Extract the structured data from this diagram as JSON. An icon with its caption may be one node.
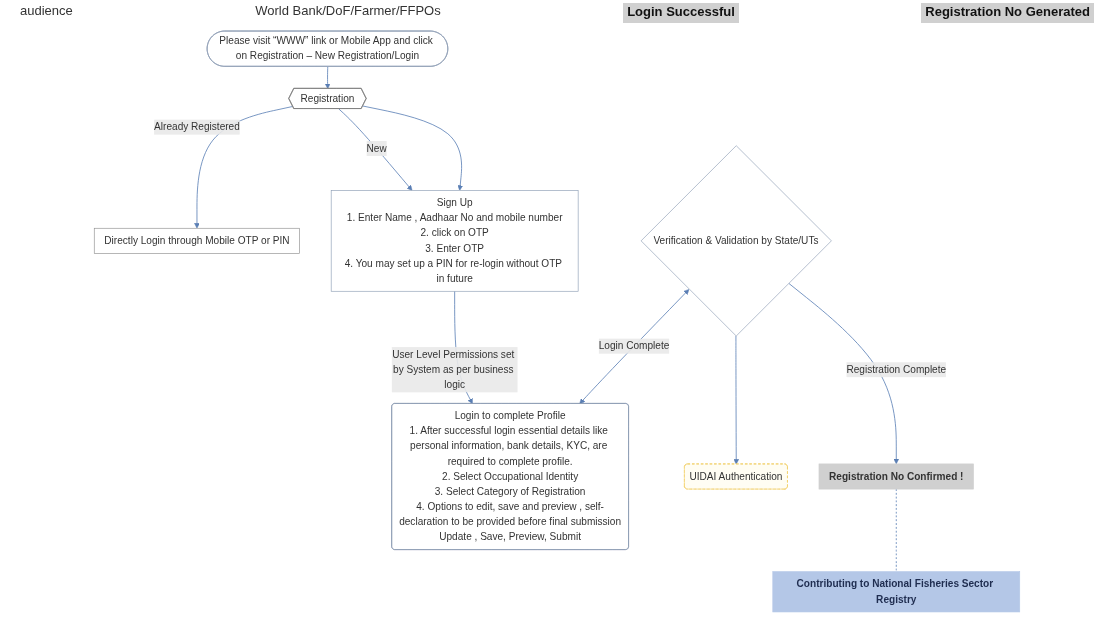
{
  "diagram": {
    "nodes": [
      {
        "text": [
          "Please visit “WWW” link or Mobile App and click on Registration – New Registration/Login"
        ]
      },
      {
        "text": [
          "Registration"
        ]
      },
      {
        "text": [
          "Directly Login through Mobile OTP or PIN"
        ]
      },
      {
        "text": [
          "Sign Up",
          "1. Enter Name , Aadhaar No and mobile number",
          "2. click on OTP",
          "3. Enter OTP",
          "4. You may set up a PIN for re-login without OTP in future"
        ]
      },
      {
        "text": [
          "Login to complete Profile",
          "1. After successful login essential details like personal information, bank details, KYC, are required to complete profile.",
          "2. Select Occupational Identity",
          "3. Select Category of Registration",
          "4. Options to edit, save and preview , self-declaration to be provided before final submission",
          "Update , Save, Preview, Submit"
        ]
      },
      {
        "text": [
          "Verification & Validation by State/UTs"
        ]
      },
      {
        "text": [
          "UIDAI Authentication"
        ]
      },
      {
        "text": [
          "Registration No Confirmed !"
        ]
      },
      {
        "text": [
          "Contributing to National Fisheries Sector Registry"
        ]
      }
    ],
    "edges": [
      {
        "from": 0,
        "to": 1,
        "arrow": "to"
      },
      {
        "from": 1,
        "to": 3,
        "arrow": "to",
        "label": "New"
      },
      {
        "from": 1,
        "to": 3,
        "arrow": "to"
      },
      {
        "from": 1,
        "to": 2,
        "arrow": "to",
        "label": "Already Registered"
      },
      {
        "from": 3,
        "to": 4,
        "arrow": "to",
        "label": "User Level Permissions set by System as per business logic"
      },
      {
        "from": 4,
        "to": 5,
        "arrow": "both",
        "label": "Login Complete"
      },
      {
        "from": 5,
        "to": 6,
        "arrow": "to"
      },
      {
        "from": 5,
        "to": 7,
        "arrow": "to",
        "label": "Registration Complete"
      },
      {
        "from": 7,
        "to": 8,
        "arrow": "none",
        "style": "dashed"
      }
    ],
    "labels": [
      "audience",
      "World Bank/DoF/Farmer/FFPOs",
      "Login Successful",
      "Registration No Generated"
    ]
  }
}
